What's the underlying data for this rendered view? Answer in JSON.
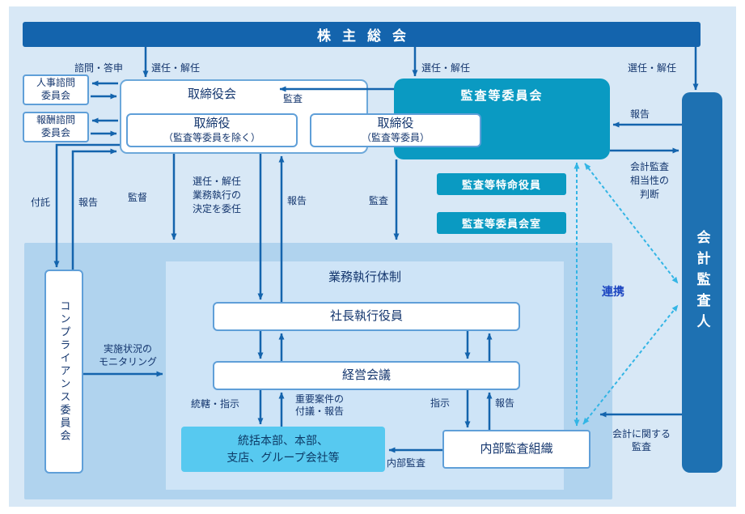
{
  "colors": {
    "background": "#d8e8f6",
    "bar_blue": "#1464ad",
    "teal": "#0a9ac2",
    "auditor_blue": "#1e71b2",
    "cyan_box": "#57c9f0",
    "container_blue": "#b0d3ee",
    "inner_container_blue": "#cee4f7",
    "arrow_blue": "#1464ad",
    "dotted_cyan": "#33b5e5",
    "text_navy": "#14366e",
    "cooperation_blue": "#1b44c0"
  },
  "boxes": {
    "shareholders": "株主総会",
    "personnel": "人事諮問\n委員会",
    "compensation": "報酬諮問\n委員会",
    "board": "取締役会",
    "directors_excl": {
      "line1": "取締役",
      "line2": "（監査等委員を除く）"
    },
    "directors_audit": {
      "line1": "取締役",
      "line2": "（監査等委員）"
    },
    "audit_committee": "監査等委員会",
    "special_officers": "監査等特命役員",
    "committee_office": "監査等委員会室",
    "accounting_auditor": "会計監査人",
    "compliance": "コンプライアンス委員会",
    "exec_title": "業務執行体制",
    "president": "社長執行役員",
    "council": "経営会議",
    "hq": "統括本部、本部、\n支店、グループ会社等",
    "internal_audit": "内部監査組織"
  },
  "labels": {
    "advisory": "諮問・答申",
    "appoint_board": "選任・解任",
    "appoint_committee": "選任・解任",
    "appoint_auditor": "選任・解任",
    "audit_board": "監査",
    "report_auditor": "報告",
    "audit_adequacy": "会計監査\n相当性の\n判断",
    "entrust": "付託",
    "report_compliance": "報告",
    "supervise": "監督",
    "delegate": "選任・解任\n業務執行の\n決定を委任",
    "report_exec": "報告",
    "audit_exec": "監査",
    "cooperation": "連携",
    "monitoring": "実施状況の\nモニタリング",
    "control_instruct": "統轄・指示",
    "important_matters": "重要案件の\n付議・報告",
    "instruct": "指示",
    "report_internal": "報告",
    "internal_audit": "内部監査",
    "accounting_audit": "会計に関する\n監査"
  }
}
